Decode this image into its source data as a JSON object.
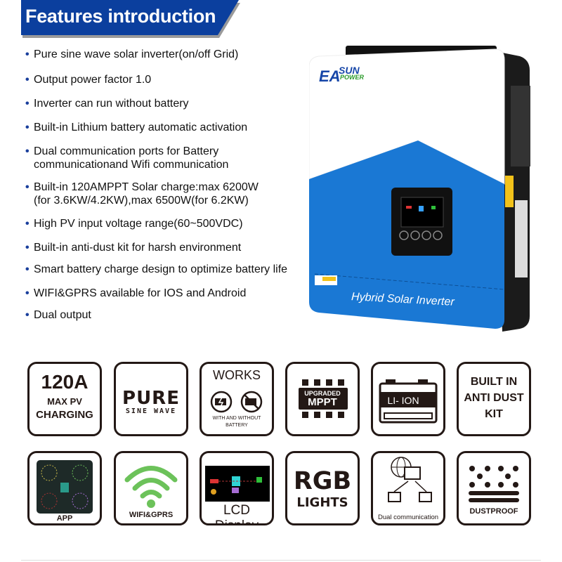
{
  "header": {
    "title": "Features introduction",
    "color": "#0b3f9e"
  },
  "features": [
    {
      "lines": [
        "Pure sine wave solar inverter(on/off Grid)"
      ]
    },
    {
      "lines": [
        "Output power factor 1.0"
      ]
    },
    {
      "lines": [
        "Inverter can run without battery"
      ]
    },
    {
      "lines": [
        "Built-in Lithium battery automatic activation"
      ]
    },
    {
      "lines": [
        "Dual communication ports for Battery",
        "communicationand Wifi communication"
      ]
    },
    {
      "lines": [
        "Built-in 120AMPPT Solar charge:max 6200W",
        "(for 3.6KW/4.2KW),max 6500W(for 6.2KW)"
      ]
    },
    {
      "lines": [
        "High PV input voltage range(60~500VDC)"
      ]
    },
    {
      "lines": [
        "Built-in anti-dust kit for harsh environment"
      ]
    },
    {
      "lines": [
        "Smart battery charge design to optimize battery life"
      ]
    },
    {
      "lines": [
        "WIFI&GPRS available for IOS and Android"
      ]
    },
    {
      "lines": [
        "Dual output"
      ]
    }
  ],
  "product": {
    "brand": "EASUN POWER",
    "brand_main": "EA",
    "brand_sun": "SUN",
    "brand_power": "POWER",
    "label": "Hybrid Solar Inverter",
    "body_color": "#1a78d4"
  },
  "icons": {
    "max_pv": {
      "big": "120A",
      "line1": "MAX PV",
      "line2": "CHARGING"
    },
    "pure": {
      "big": "PURE",
      "small": "SINE WAVE"
    },
    "works": {
      "big": "WORKS",
      "line1": "WITH AND WITHOUT",
      "line2": "BATTERY"
    },
    "mppt": {
      "line1": "UPGRADED",
      "line2": "MPPT"
    },
    "li_ion": {
      "text": "LI- ION"
    },
    "anti_dust": {
      "line1": "BUILT IN",
      "line2": "ANTI DUST",
      "line3": "KIT"
    },
    "app": {
      "text": "APP"
    },
    "wifi": {
      "text": "WIFI&GPRS",
      "color": "#6cc25a"
    },
    "lcd": {
      "text": "LCD Display"
    },
    "rgb": {
      "line1": "RGB",
      "line2": "LIGHTS"
    },
    "dual": {
      "text": "Dual communication"
    },
    "dustproof": {
      "text": "DUSTPROOF"
    }
  }
}
